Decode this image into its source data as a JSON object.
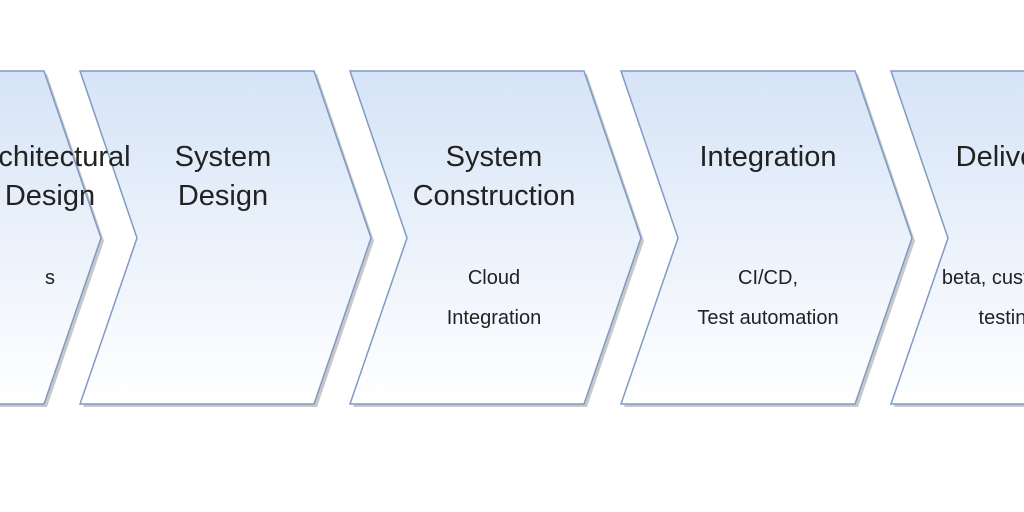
{
  "steps": [
    {
      "title_lines": [
        "Architectural",
        "Design"
      ],
      "subtitle_lines": [
        "",
        "s"
      ]
    },
    {
      "title_lines": [
        "System",
        "Design"
      ],
      "subtitle_lines": []
    },
    {
      "title_lines": [
        "System",
        "Construction"
      ],
      "subtitle_lines": [
        "Cloud",
        "Integration"
      ]
    },
    {
      "title_lines": [
        "Integration"
      ],
      "subtitle_lines": [
        "CI/CD,",
        "Test automation"
      ]
    },
    {
      "title_lines": [
        "Delivery"
      ],
      "subtitle_lines": [
        "beta, customer",
        "testing"
      ]
    }
  ],
  "colors": {
    "fill_top": "#d6e4f7",
    "fill_bottom": "#ffffff",
    "stroke": "#7f9bc4",
    "shadow": "#c8c8c8"
  }
}
